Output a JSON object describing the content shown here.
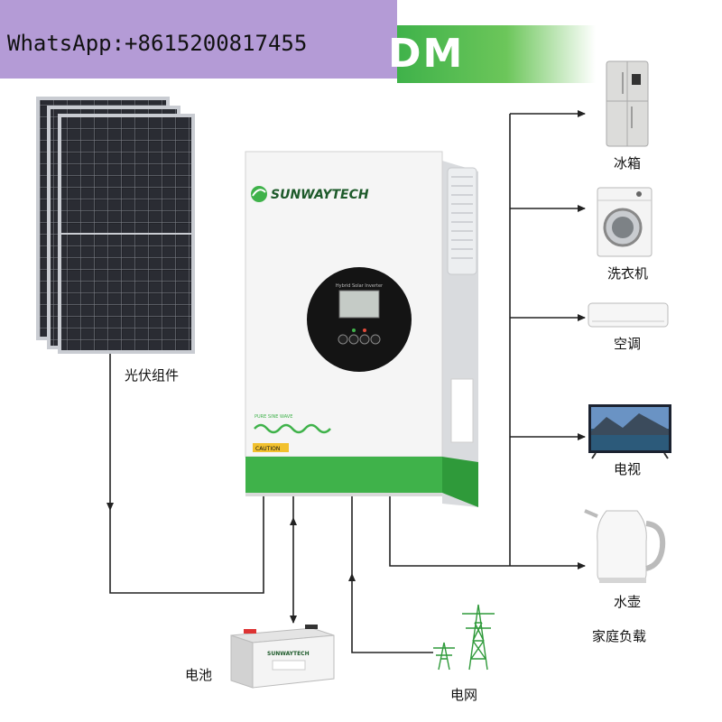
{
  "watermark": {
    "text": "WhatsApp:+8615200817455"
  },
  "banner": {
    "text": "DM"
  },
  "inverter": {
    "brand": "SUNWAYTECH",
    "model": "Hybrid Solar Inverter",
    "wave": "PURE SINE WAVE",
    "warning": "CAUTION"
  },
  "battery": {
    "brand": "SUNWAYTECH"
  },
  "labels": {
    "solar": "光伏组件",
    "fridge": "冰箱",
    "washer": "洗衣机",
    "ac": "空调",
    "tv": "电视",
    "kettle": "水壶",
    "home_load": "家庭负载",
    "battery": "电池",
    "grid": "电网"
  },
  "colors": {
    "brand_green": "#3fb24a",
    "watermark_purple": "#b49bd6",
    "line": "#222222"
  }
}
